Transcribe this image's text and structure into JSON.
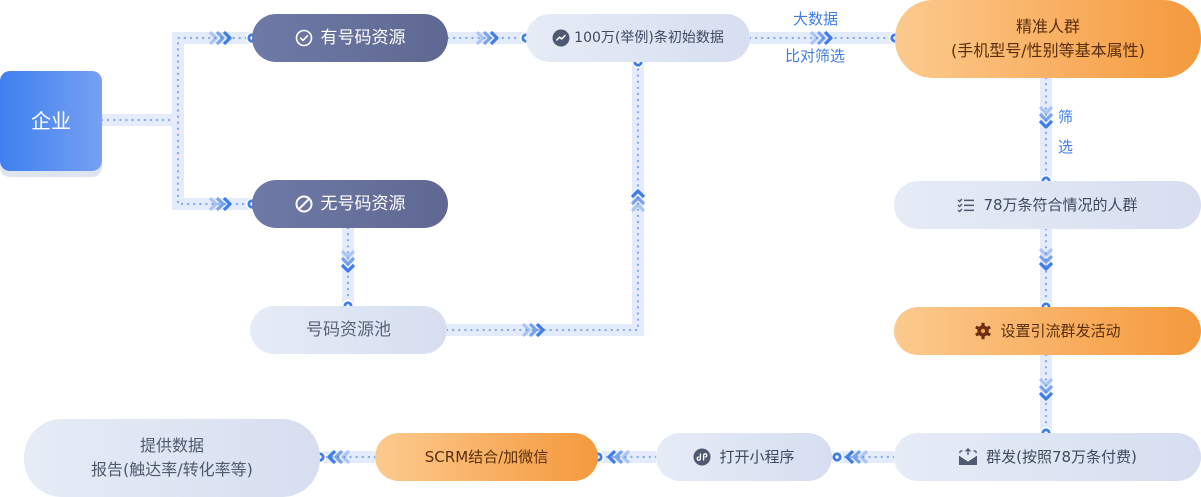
{
  "diagram": {
    "title": "企业号码资源群发引流流程",
    "nodes": {
      "company": {
        "label": "企业"
      },
      "has_numbers": {
        "label": "有号码资源",
        "icon": "check-circle-icon"
      },
      "no_numbers": {
        "label": "无号码资源",
        "icon": "ban-icon"
      },
      "number_pool": {
        "label": "号码资源池"
      },
      "initial_data": {
        "label": "100万(举例)条初始数据",
        "icon": "trend-icon"
      },
      "precise_crowd": {
        "line1": "精准人群",
        "line2": "(手机型号/性别等基本属性)"
      },
      "matched_crowd": {
        "label": "78万条符合情况的人群",
        "icon": "checklist-icon"
      },
      "campaign_setup": {
        "label": "设置引流群发活动",
        "icon": "gear-icon"
      },
      "mass_send": {
        "label": "群发(按照78万条付费)",
        "icon": "mail-send-icon"
      },
      "mini_program": {
        "label": "打开小程序",
        "icon": "mini-program-icon"
      },
      "scrm": {
        "label": "SCRM结合/加微信"
      },
      "report": {
        "line1": "提供数据",
        "line2": "报告(触达率/转化率等)"
      }
    },
    "edge_labels": {
      "big_data_top": "大数据",
      "big_data_bottom": "比对筛选",
      "filter_1": "筛",
      "filter_2": "选"
    },
    "colors": {
      "connector": "#3f7de8",
      "connector_track": "#e4ecfb",
      "dark_node": "#646e98",
      "light_node": "#dfe6f3",
      "orange_node": "#f6a048",
      "company_node": "#4f8cf0"
    }
  }
}
